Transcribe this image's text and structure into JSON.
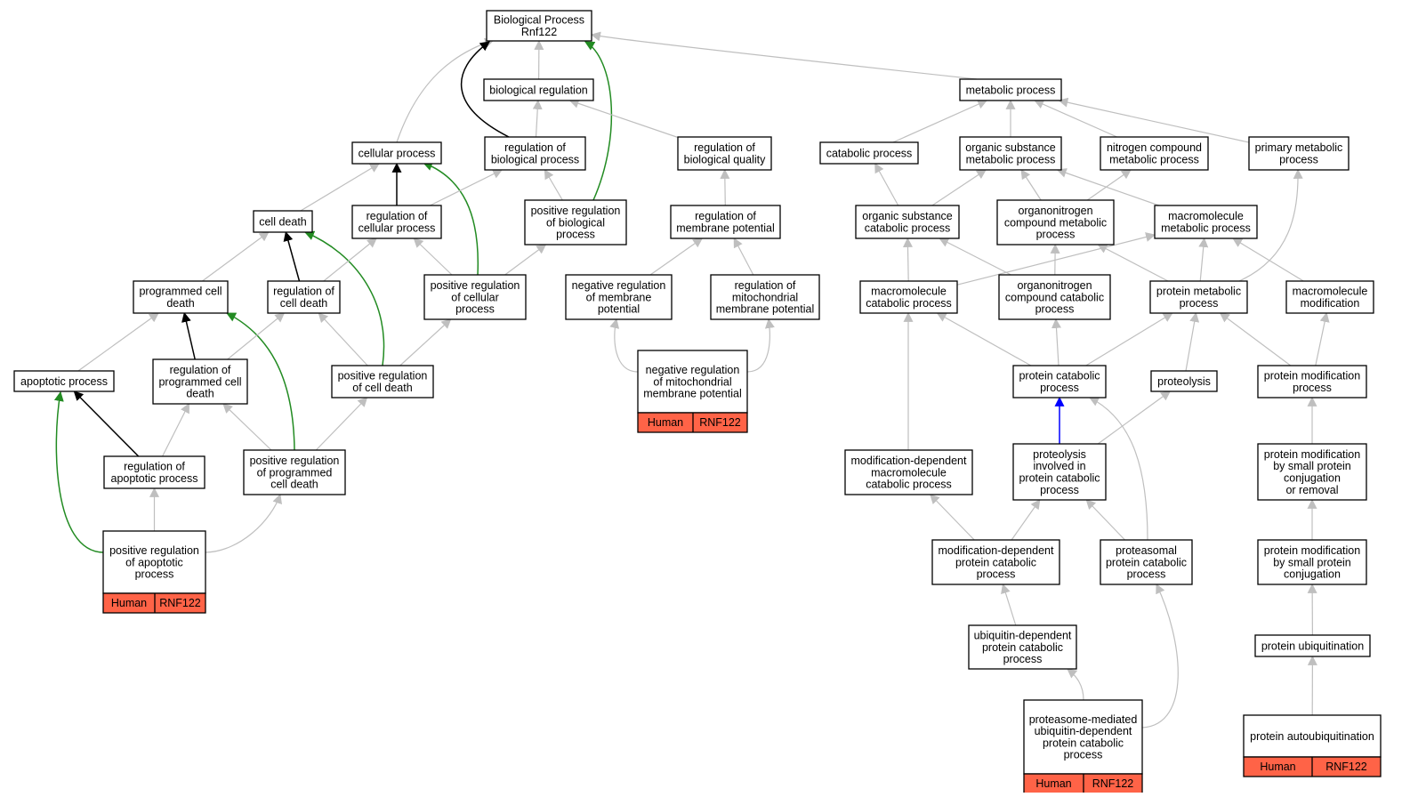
{
  "nodes": [
    {
      "id": "bp",
      "lines": [
        "Biological Process",
        "Rnf122"
      ]
    },
    {
      "id": "breg",
      "lines": [
        "biological regulation"
      ]
    },
    {
      "id": "meta",
      "lines": [
        "metabolic process"
      ]
    },
    {
      "id": "cellp",
      "lines": [
        "cellular process"
      ]
    },
    {
      "id": "regbio",
      "lines": [
        "regulation of",
        "biological process"
      ]
    },
    {
      "id": "regqual",
      "lines": [
        "regulation of",
        "biological quality"
      ]
    },
    {
      "id": "catab",
      "lines": [
        "catabolic process"
      ]
    },
    {
      "id": "orgsub",
      "lines": [
        "organic substance",
        "metabolic process"
      ]
    },
    {
      "id": "nitro",
      "lines": [
        "nitrogen compound",
        "metabolic process"
      ]
    },
    {
      "id": "prim",
      "lines": [
        "primary metabolic",
        "process"
      ]
    },
    {
      "id": "celldeath",
      "lines": [
        "cell death"
      ]
    },
    {
      "id": "regcell",
      "lines": [
        "regulation of",
        "cellular process"
      ]
    },
    {
      "id": "posbio",
      "lines": [
        "positive regulation",
        "of biological",
        "process"
      ]
    },
    {
      "id": "regmem",
      "lines": [
        "regulation of",
        "membrane potential"
      ]
    },
    {
      "id": "orgsubcat",
      "lines": [
        "organic substance",
        "catabolic process"
      ]
    },
    {
      "id": "orgnitmet",
      "lines": [
        "organonitrogen",
        "compound metabolic",
        "process"
      ]
    },
    {
      "id": "macmet",
      "lines": [
        "macromolecule",
        "metabolic process"
      ]
    },
    {
      "id": "pcd",
      "lines": [
        "programmed cell",
        "death"
      ]
    },
    {
      "id": "regcd",
      "lines": [
        "regulation of",
        "cell death"
      ]
    },
    {
      "id": "poscell",
      "lines": [
        "positive regulation",
        "of cellular",
        "process"
      ]
    },
    {
      "id": "negmem",
      "lines": [
        "negative regulation",
        "of membrane",
        "potential"
      ]
    },
    {
      "id": "regmito",
      "lines": [
        "regulation of",
        "mitochondrial",
        "membrane potential"
      ]
    },
    {
      "id": "maccat",
      "lines": [
        "macromolecule",
        "catabolic process"
      ]
    },
    {
      "id": "orgnitcat",
      "lines": [
        "organonitrogen",
        "compound catabolic",
        "process"
      ]
    },
    {
      "id": "protmet",
      "lines": [
        "protein metabolic",
        "process"
      ]
    },
    {
      "id": "macmod",
      "lines": [
        "macromolecule",
        "modification"
      ]
    },
    {
      "id": "apop",
      "lines": [
        "apoptotic process"
      ]
    },
    {
      "id": "regpcd",
      "lines": [
        "regulation of",
        "programmed cell",
        "death"
      ]
    },
    {
      "id": "poscd",
      "lines": [
        "positive regulation",
        "of cell death"
      ]
    },
    {
      "id": "negmito",
      "lines": [
        "negative regulation",
        "of mitochondrial",
        "membrane potential"
      ],
      "tags": [
        "Human",
        "RNF122"
      ]
    },
    {
      "id": "protcat",
      "lines": [
        "protein catabolic",
        "process"
      ]
    },
    {
      "id": "proteol",
      "lines": [
        "proteolysis"
      ]
    },
    {
      "id": "protmod",
      "lines": [
        "protein modification",
        "process"
      ]
    },
    {
      "id": "regapop",
      "lines": [
        "regulation of",
        "apoptotic process"
      ]
    },
    {
      "id": "pospcd",
      "lines": [
        "positive regulation",
        "of programmed",
        "cell death"
      ]
    },
    {
      "id": "moddepmac",
      "lines": [
        "modification-dependent",
        "macromolecule",
        "catabolic process"
      ]
    },
    {
      "id": "proteolinv",
      "lines": [
        "proteolysis",
        "involved in",
        "protein catabolic",
        "process"
      ]
    },
    {
      "id": "protmodsmall",
      "lines": [
        "protein modification",
        "by small protein",
        "conjugation",
        "or removal"
      ]
    },
    {
      "id": "posapop",
      "lines": [
        "positive regulation",
        "of apoptotic",
        "process"
      ],
      "tags": [
        "Human",
        "RNF122"
      ]
    },
    {
      "id": "moddepprot",
      "lines": [
        "modification-dependent",
        "protein catabolic",
        "process"
      ]
    },
    {
      "id": "proteas",
      "lines": [
        "proteasomal",
        "protein catabolic",
        "process"
      ]
    },
    {
      "id": "protmodconj",
      "lines": [
        "protein modification",
        "by small protein",
        "conjugation"
      ]
    },
    {
      "id": "ubdep",
      "lines": [
        "ubiquitin-dependent",
        "protein catabolic",
        "process"
      ]
    },
    {
      "id": "protubiq",
      "lines": [
        "protein ubiquitination"
      ]
    },
    {
      "id": "proteasmed",
      "lines": [
        "proteasome-mediated",
        "ubiquitin-dependent",
        "protein catabolic",
        "process"
      ],
      "tags": [
        "Human",
        "RNF122"
      ]
    },
    {
      "id": "protauto",
      "lines": [
        "protein autoubiquitination"
      ],
      "tags": [
        "Human",
        "RNF122"
      ]
    }
  ],
  "edges": [
    {
      "from": "breg",
      "to": "bp",
      "kind": "is_a"
    },
    {
      "from": "meta",
      "to": "bp",
      "kind": "is_a"
    },
    {
      "from": "cellp",
      "to": "bp",
      "kind": "is_a"
    },
    {
      "from": "regbio",
      "to": "bp",
      "kind": "regulates"
    },
    {
      "from": "posbio",
      "to": "bp",
      "kind": "positively_regulates"
    },
    {
      "from": "regbio",
      "to": "breg",
      "kind": "is_a"
    },
    {
      "from": "regqual",
      "to": "breg",
      "kind": "is_a"
    },
    {
      "from": "catab",
      "to": "meta",
      "kind": "is_a"
    },
    {
      "from": "orgsub",
      "to": "meta",
      "kind": "is_a"
    },
    {
      "from": "nitro",
      "to": "meta",
      "kind": "is_a"
    },
    {
      "from": "prim",
      "to": "meta",
      "kind": "is_a"
    },
    {
      "from": "celldeath",
      "to": "cellp",
      "kind": "is_a"
    },
    {
      "from": "regcell",
      "to": "cellp",
      "kind": "regulates"
    },
    {
      "from": "poscell",
      "to": "cellp",
      "kind": "positively_regulates"
    },
    {
      "from": "regcell",
      "to": "regbio",
      "kind": "is_a"
    },
    {
      "from": "posbio",
      "to": "regbio",
      "kind": "is_a"
    },
    {
      "from": "regmem",
      "to": "regqual",
      "kind": "is_a"
    },
    {
      "from": "orgsubcat",
      "to": "catab",
      "kind": "is_a"
    },
    {
      "from": "orgsubcat",
      "to": "orgsub",
      "kind": "is_a"
    },
    {
      "from": "orgnitmet",
      "to": "orgsub",
      "kind": "is_a"
    },
    {
      "from": "macmet",
      "to": "orgsub",
      "kind": "is_a"
    },
    {
      "from": "orgnitmet",
      "to": "nitro",
      "kind": "is_a"
    },
    {
      "from": "protmet",
      "to": "prim",
      "kind": "is_a"
    },
    {
      "from": "pcd",
      "to": "celldeath",
      "kind": "is_a"
    },
    {
      "from": "regcd",
      "to": "celldeath",
      "kind": "regulates"
    },
    {
      "from": "poscd",
      "to": "celldeath",
      "kind": "positively_regulates"
    },
    {
      "from": "regcd",
      "to": "regcell",
      "kind": "is_a"
    },
    {
      "from": "poscell",
      "to": "regcell",
      "kind": "is_a"
    },
    {
      "from": "poscell",
      "to": "posbio",
      "kind": "is_a"
    },
    {
      "from": "negmem",
      "to": "regmem",
      "kind": "is_a"
    },
    {
      "from": "regmito",
      "to": "regmem",
      "kind": "is_a"
    },
    {
      "from": "maccat",
      "to": "orgsubcat",
      "kind": "is_a"
    },
    {
      "from": "orgnitcat",
      "to": "orgsubcat",
      "kind": "is_a"
    },
    {
      "from": "orgnitcat",
      "to": "orgnitmet",
      "kind": "is_a"
    },
    {
      "from": "protmet",
      "to": "orgnitmet",
      "kind": "is_a"
    },
    {
      "from": "maccat",
      "to": "macmet",
      "kind": "is_a"
    },
    {
      "from": "protmet",
      "to": "macmet",
      "kind": "is_a"
    },
    {
      "from": "macmod",
      "to": "macmet",
      "kind": "is_a"
    },
    {
      "from": "apop",
      "to": "pcd",
      "kind": "is_a"
    },
    {
      "from": "regpcd",
      "to": "pcd",
      "kind": "regulates"
    },
    {
      "from": "pospcd",
      "to": "pcd",
      "kind": "positively_regulates"
    },
    {
      "from": "regpcd",
      "to": "regcd",
      "kind": "is_a"
    },
    {
      "from": "poscd",
      "to": "regcd",
      "kind": "is_a"
    },
    {
      "from": "poscd",
      "to": "poscell",
      "kind": "is_a"
    },
    {
      "from": "negmito",
      "to": "negmem",
      "kind": "is_a"
    },
    {
      "from": "negmito",
      "to": "regmito",
      "kind": "is_a"
    },
    {
      "from": "moddepmac",
      "to": "maccat",
      "kind": "is_a"
    },
    {
      "from": "protcat",
      "to": "maccat",
      "kind": "is_a"
    },
    {
      "from": "protcat",
      "to": "orgnitcat",
      "kind": "is_a"
    },
    {
      "from": "protcat",
      "to": "protmet",
      "kind": "is_a"
    },
    {
      "from": "proteol",
      "to": "protmet",
      "kind": "is_a"
    },
    {
      "from": "protmod",
      "to": "protmet",
      "kind": "is_a"
    },
    {
      "from": "protmod",
      "to": "macmod",
      "kind": "is_a"
    },
    {
      "from": "regapop",
      "to": "apop",
      "kind": "regulates"
    },
    {
      "from": "posapop",
      "to": "apop",
      "kind": "positively_regulates"
    },
    {
      "from": "regapop",
      "to": "regpcd",
      "kind": "is_a"
    },
    {
      "from": "pospcd",
      "to": "regpcd",
      "kind": "is_a"
    },
    {
      "from": "pospcd",
      "to": "poscd",
      "kind": "is_a"
    },
    {
      "from": "proteolinv",
      "to": "protcat",
      "kind": "part_of"
    },
    {
      "from": "proteas",
      "to": "protcat",
      "kind": "is_a"
    },
    {
      "from": "proteolinv",
      "to": "proteol",
      "kind": "is_a"
    },
    {
      "from": "protmodsmall",
      "to": "protmod",
      "kind": "is_a"
    },
    {
      "from": "posapop",
      "to": "regapop",
      "kind": "is_a"
    },
    {
      "from": "posapop",
      "to": "pospcd",
      "kind": "is_a"
    },
    {
      "from": "moddepprot",
      "to": "moddepmac",
      "kind": "is_a"
    },
    {
      "from": "moddepprot",
      "to": "proteolinv",
      "kind": "is_a"
    },
    {
      "from": "proteas",
      "to": "proteolinv",
      "kind": "is_a"
    },
    {
      "from": "protmodconj",
      "to": "protmodsmall",
      "kind": "is_a"
    },
    {
      "from": "ubdep",
      "to": "moddepprot",
      "kind": "is_a"
    },
    {
      "from": "proteasmed",
      "to": "ubdep",
      "kind": "is_a"
    },
    {
      "from": "proteasmed",
      "to": "proteas",
      "kind": "is_a"
    },
    {
      "from": "protubiq",
      "to": "protmodconj",
      "kind": "is_a"
    },
    {
      "from": "protauto",
      "to": "protubiq",
      "kind": "is_a"
    }
  ],
  "edge_colors": {
    "is_a": "#bfbfbf",
    "regulates": "#000000",
    "positively_regulates": "#228b22",
    "part_of": "#0000ff"
  },
  "tag_color": "#ff6347"
}
